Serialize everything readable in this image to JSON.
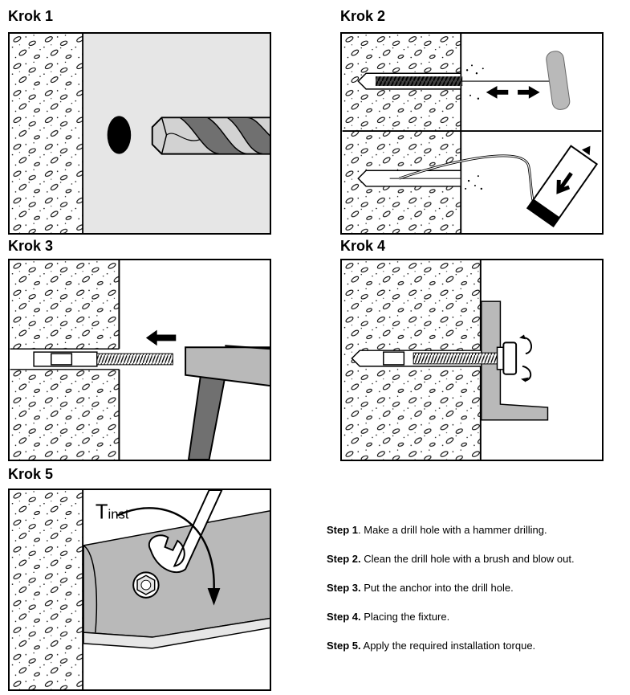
{
  "panels": {
    "p1": {
      "title": "Krok 1"
    },
    "p2": {
      "title": "Krok 2"
    },
    "p3": {
      "title": "Krok 3"
    },
    "p4": {
      "title": "Krok 4"
    },
    "p5": {
      "title": "Krok 5",
      "torque_label": "T",
      "torque_subscript": "inst"
    }
  },
  "steps": [
    {
      "label": "Step 1",
      "sep": ". ",
      "text": "Make a drill hole with a hammer drilling."
    },
    {
      "label": "Step 2.",
      "sep": " ",
      "text": "Clean the drill hole with a brush and blow out."
    },
    {
      "label": "Step 3.",
      "sep": " ",
      "text": "Put the anchor into the drill hole."
    },
    {
      "label": "Step 4.",
      "sep": " ",
      "text": "Placing the fixture."
    },
    {
      "label": "Step 5.",
      "sep": " ",
      "text": "Apply the required installation torque."
    }
  ],
  "colors": {
    "fixture_gray": "#b9b9b9",
    "light_gray": "#e6e6e6",
    "dark_gray": "#707070"
  }
}
